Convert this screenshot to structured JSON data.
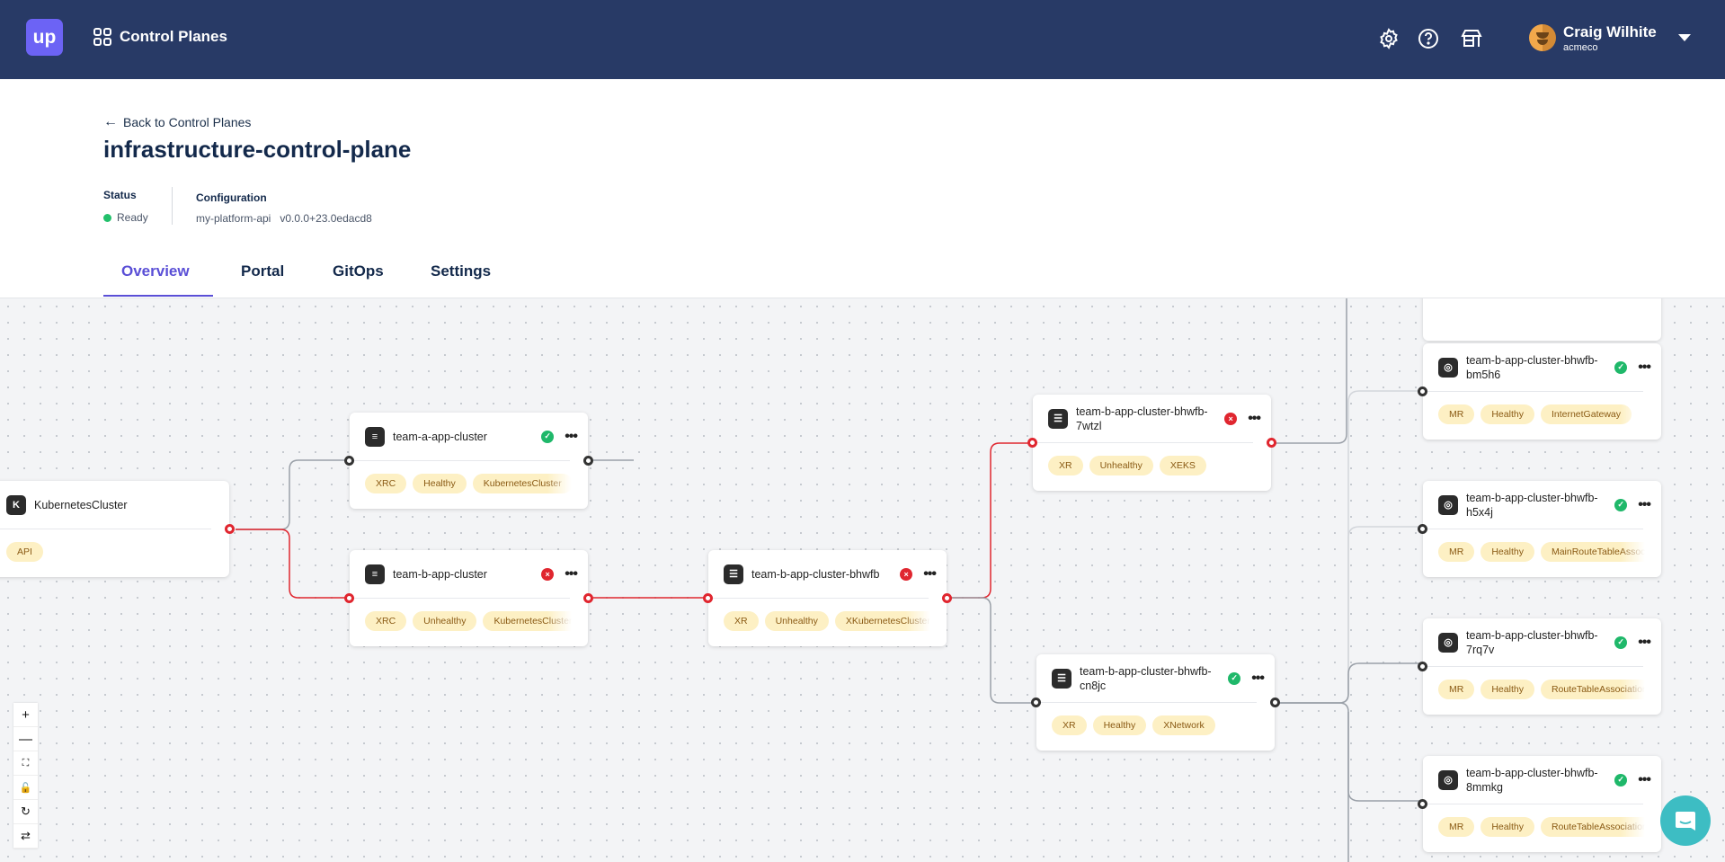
{
  "header": {
    "logo_text": "up",
    "section_title": "Control Planes",
    "icons": [
      "settings-icon",
      "help-icon",
      "marketplace-icon"
    ],
    "user": {
      "name": "Craig Wilhite",
      "org": "acmeco"
    }
  },
  "page": {
    "back_link": "Back to Control Planes",
    "title": "infrastructure-control-plane",
    "status_label": "Status",
    "status_value": "Ready",
    "configuration_label": "Configuration",
    "configuration_name": "my-platform-api",
    "configuration_version": "v0.0.0+23.0edacd8",
    "tabs": [
      {
        "label": "Overview",
        "active": true
      },
      {
        "label": "Portal",
        "active": false
      },
      {
        "label": "GitOps",
        "active": false
      },
      {
        "label": "Settings",
        "active": false
      }
    ]
  },
  "colors": {
    "accent": "#5a4fd6",
    "header_bg": "#283a66",
    "healthy": "#1fb86a",
    "unhealthy": "#e0262f",
    "tag_bg": "#fdf0c4"
  },
  "graph": {
    "nodes": [
      {
        "name": "KubernetesCluster",
        "icon": "k",
        "status": null,
        "tags": [
          "API"
        ]
      },
      {
        "name": "team-a-app-cluster",
        "icon": "layers",
        "status": "healthy",
        "tags": [
          "XRC",
          "Healthy",
          "KubernetesCluster"
        ]
      },
      {
        "name": "team-b-app-cluster",
        "icon": "layers",
        "status": "unhealthy",
        "tags": [
          "XRC",
          "Unhealthy",
          "KubernetesCluster"
        ]
      },
      {
        "name": "team-b-app-cluster-bhwfb",
        "icon": "list",
        "status": "unhealthy",
        "tags": [
          "XR",
          "Unhealthy",
          "XKubernetesCluster"
        ]
      },
      {
        "name": "team-b-app-cluster-bhwfb-7wtzl",
        "icon": "list",
        "status": "unhealthy",
        "tags": [
          "XR",
          "Unhealthy",
          "XEKS"
        ]
      },
      {
        "name": "team-b-app-cluster-bhwfb-cn8jc",
        "icon": "list",
        "status": "healthy",
        "tags": [
          "XR",
          "Healthy",
          "XNetwork"
        ]
      },
      {
        "name": "team-b-app-cluster-bhwfb-bm5h6",
        "icon": "target",
        "status": "healthy",
        "tags": [
          "MR",
          "Healthy",
          "InternetGateway"
        ]
      },
      {
        "name": "team-b-app-cluster-bhwfb-h5x4j",
        "icon": "target",
        "status": "healthy",
        "tags": [
          "MR",
          "Healthy",
          "MainRouteTableAssociation"
        ]
      },
      {
        "name": "team-b-app-cluster-bhwfb-7rq7v",
        "icon": "target",
        "status": "healthy",
        "tags": [
          "MR",
          "Healthy",
          "RouteTableAssociation"
        ]
      },
      {
        "name": "team-b-app-cluster-bhwfb-8mmkg",
        "icon": "target",
        "status": "healthy",
        "tags": [
          "MR",
          "Healthy",
          "RouteTableAssociation"
        ]
      }
    ]
  },
  "canvas_controls": [
    "zoom-in",
    "zoom-out",
    "fit-view",
    "lock",
    "rotate",
    "refresh"
  ]
}
